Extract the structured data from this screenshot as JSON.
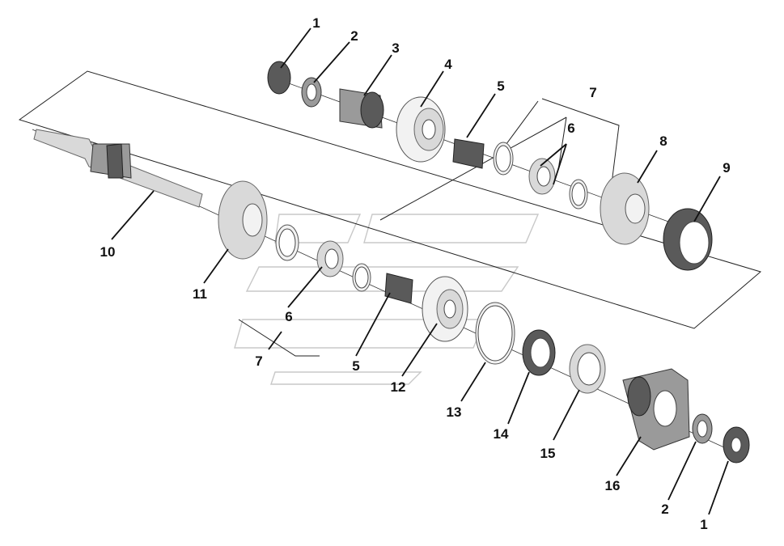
{
  "labels": {
    "l1a": "1",
    "l2a": "2",
    "l3": "3",
    "l4": "4",
    "l5a": "5",
    "l7a": "7",
    "l6a": "6",
    "l8": "8",
    "l9": "9",
    "l10": "10",
    "l11": "11",
    "l6b": "6",
    "l7b": "7",
    "l5b": "5",
    "l12": "12",
    "l13": "13",
    "l14": "14",
    "l15": "15",
    "l16": "16",
    "l2b": "2",
    "l1b": "1"
  },
  "colors": {
    "line": "#111111",
    "watermark": "#c8c8c8"
  }
}
